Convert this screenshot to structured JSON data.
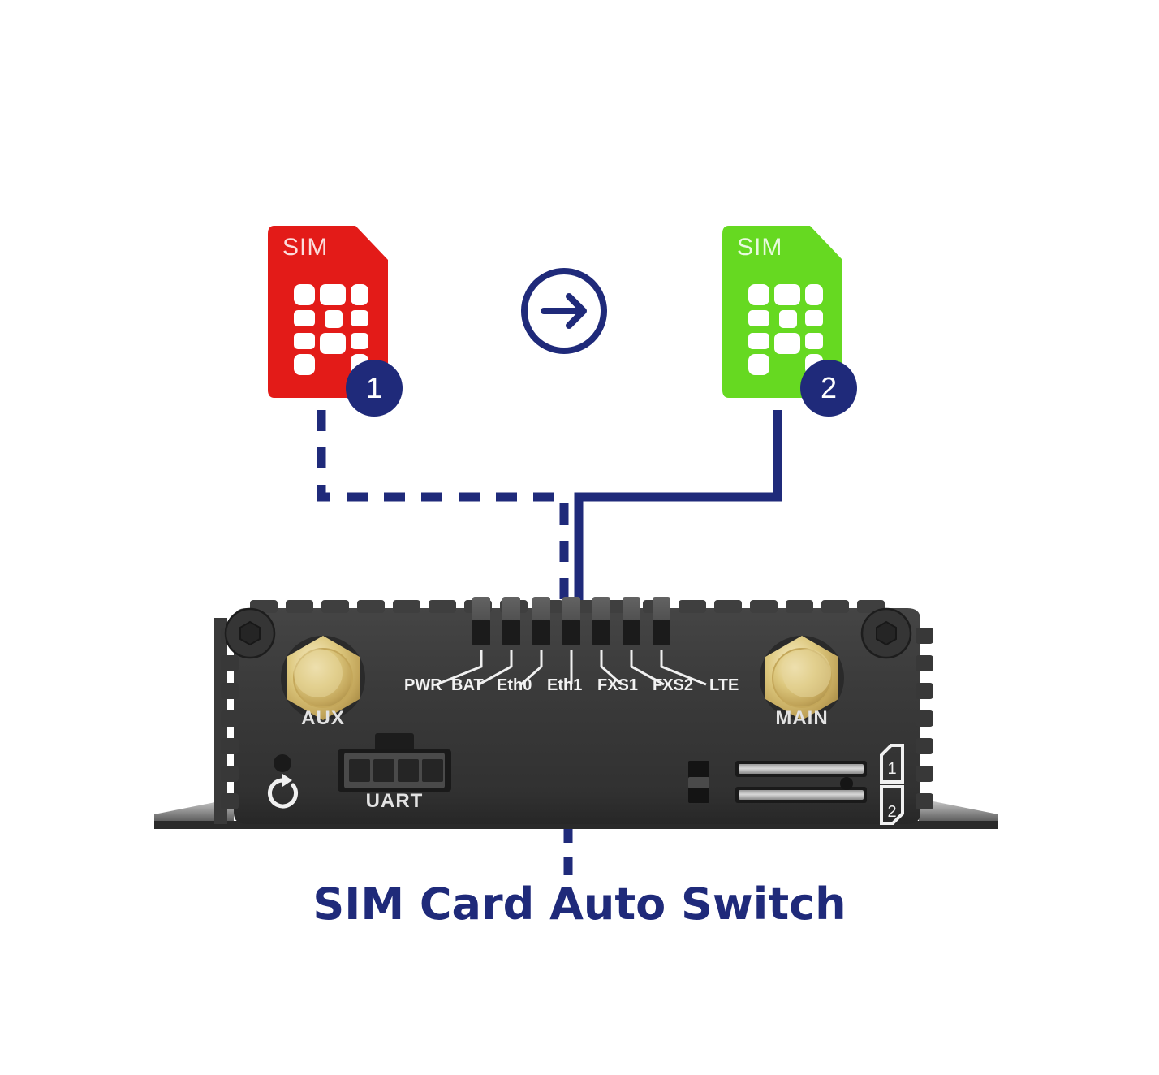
{
  "title": "SIM Card Auto Switch",
  "colors": {
    "navy": "#1f2a7a",
    "sim1": "#e31b18",
    "sim2": "#66d921",
    "device_body": "#3a3a3a",
    "gold": "#d9c27a",
    "label_text": "#f2f2f2",
    "background": "#ffffff"
  },
  "sim_cards": [
    {
      "name": "sim-card-1",
      "label": "SIM",
      "badge": "1",
      "color": "#e31b18",
      "state": "active-dashed"
    },
    {
      "name": "sim-card-2",
      "label": "SIM",
      "badge": "2",
      "color": "#66d921",
      "state": "active-solid"
    }
  ],
  "arrow": {
    "icon": "arrow-right-circle-icon",
    "label": "switch direction"
  },
  "device": {
    "name": "cellular-router-front-panel",
    "antennas": [
      {
        "label": "AUX",
        "position": "left"
      },
      {
        "label": "MAIN",
        "position": "right"
      }
    ],
    "leds": [
      "PWR",
      "BAT",
      "Eth0",
      "Eth1",
      "FXS1",
      "FXS2",
      "LTE"
    ],
    "uart": {
      "label": "UART",
      "pins": 4
    },
    "reset": {
      "icon": "reset-icon",
      "label": "reset"
    },
    "sim_slots": [
      {
        "label": "1"
      },
      {
        "label": "2"
      }
    ],
    "screws": [
      {
        "position": "top-left"
      },
      {
        "position": "top-right"
      }
    ]
  },
  "connections": [
    {
      "from": "sim-card-1",
      "to": "device",
      "style": "dashed"
    },
    {
      "from": "sim-card-2",
      "to": "device",
      "style": "solid"
    },
    {
      "from": "device",
      "to": "title",
      "style": "dashed"
    }
  ]
}
